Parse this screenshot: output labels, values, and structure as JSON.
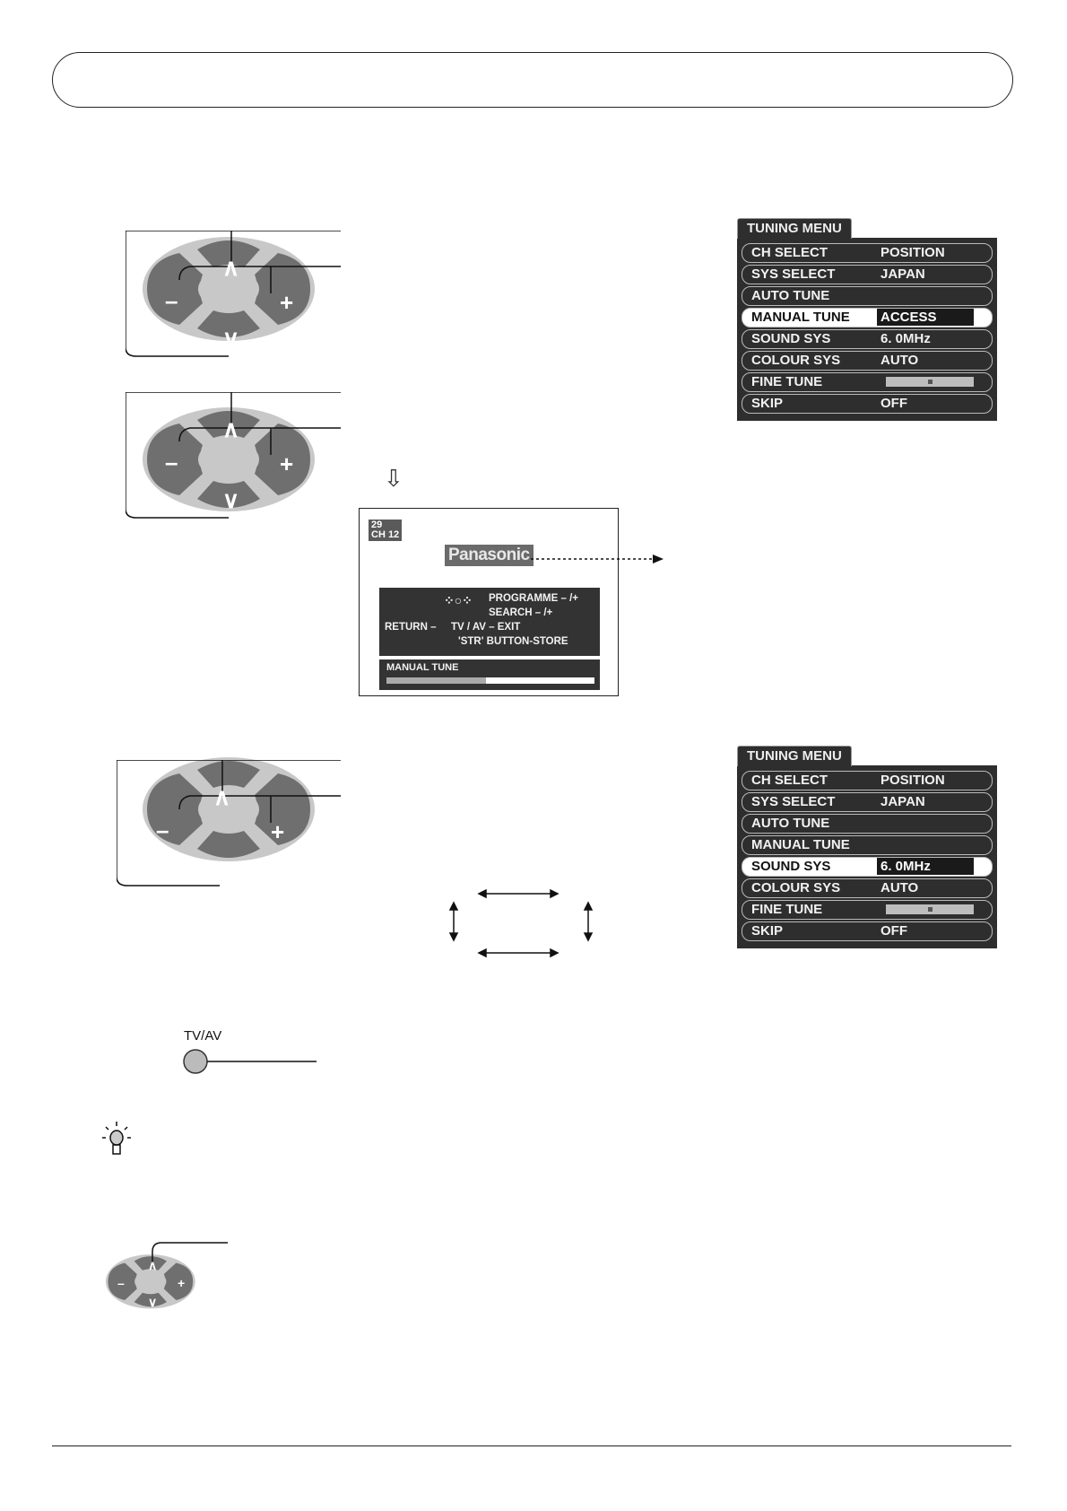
{
  "page": {
    "title_box_text": ""
  },
  "menu1": {
    "tab": "TUNING MENU",
    "rows": [
      {
        "label": "CH SELECT",
        "value": "POSITION"
      },
      {
        "label": "SYS SELECT",
        "value": "JAPAN"
      },
      {
        "label": "AUTO TUNE",
        "value": ""
      },
      {
        "label": "MANUAL TUNE",
        "value": "ACCESS"
      },
      {
        "label": "SOUND SYS",
        "value": "6. 0MHz"
      },
      {
        "label": "COLOUR SYS",
        "value": "AUTO"
      },
      {
        "label": "FINE TUNE",
        "value": ""
      },
      {
        "label": "SKIP",
        "value": "OFF"
      }
    ],
    "selected_index": 3,
    "fine_tune_level": 0.5
  },
  "menu2": {
    "tab": "TUNING MENU",
    "rows": [
      {
        "label": "CH SELECT",
        "value": "POSITION"
      },
      {
        "label": "SYS SELECT",
        "value": "JAPAN"
      },
      {
        "label": "AUTO TUNE",
        "value": ""
      },
      {
        "label": "MANUAL TUNE",
        "value": ""
      },
      {
        "label": "SOUND SYS",
        "value": "6. 0MHz"
      },
      {
        "label": "COLOUR SYS",
        "value": "AUTO"
      },
      {
        "label": "FINE TUNE",
        "value": ""
      },
      {
        "label": "SKIP",
        "value": "OFF"
      }
    ],
    "selected_index": 4,
    "fine_tune_level": 0.5
  },
  "screen": {
    "position": "29",
    "channel": "CH 12",
    "brand": "Panasonic",
    "help_programme": "PROGRAMME  – /+",
    "help_search": "SEARCH  – /+",
    "help_return": "RETURN –",
    "help_exit": "TV / AV  – EXIT",
    "help_store": "'STR' BUTTON-STORE",
    "status_label": "MANUAL  TUNE",
    "progress": 0.48
  },
  "remote": {
    "tvav_label": "TV/AV"
  },
  "colors": {
    "rocker_dark": "#6f6f6f",
    "rocker_light": "#c8c8c8",
    "menu_bg": "#2e2e2e"
  }
}
